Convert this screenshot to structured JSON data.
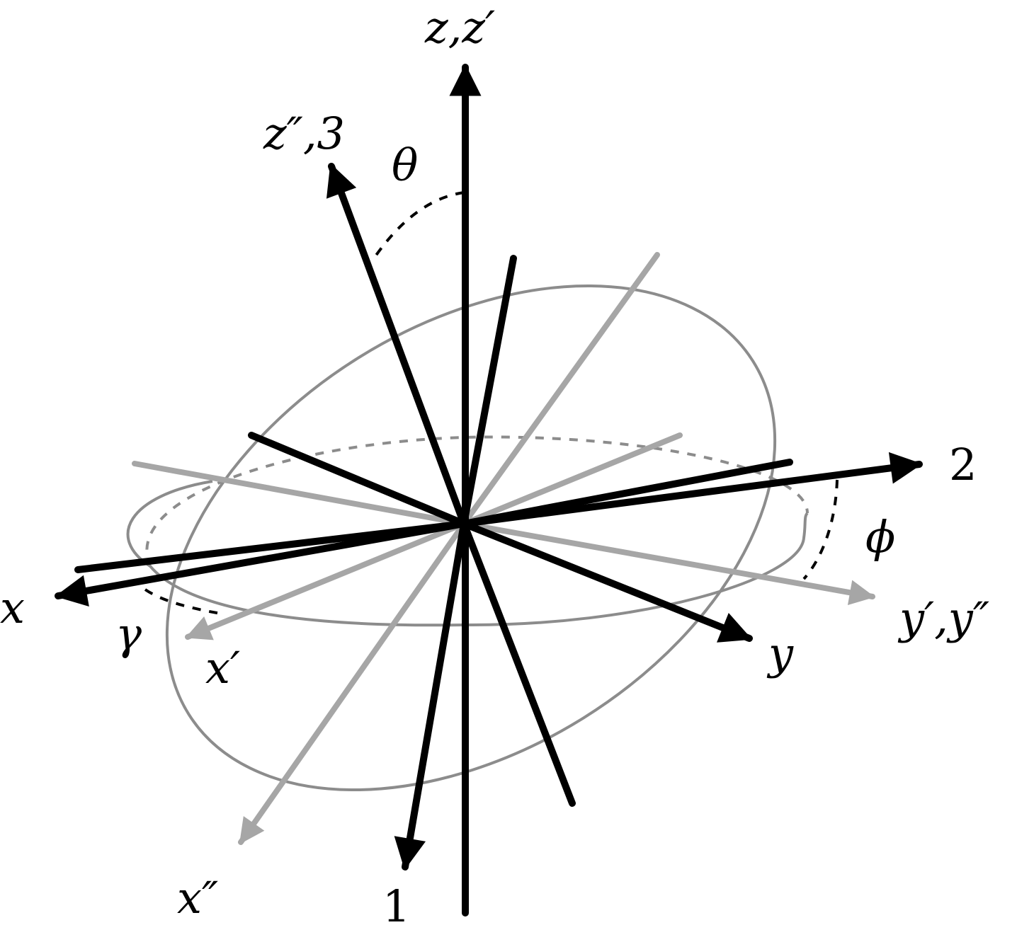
{
  "diagram": {
    "labels": {
      "z_zprime": "z,z′",
      "zdouble_3": "z″,3",
      "theta": "θ",
      "axis_2": "2",
      "phi": "ϕ",
      "x": "x",
      "gamma": "γ",
      "xprime": "x′",
      "y": "y",
      "yprime_ydouble": "y′,y″",
      "xdouble": "x″",
      "axis_1": "1"
    },
    "colors": {
      "black_axes": "#000000",
      "gray_axes": "#a6a6a6",
      "ellipse": "#8c8c8c",
      "background": "#ffffff"
    }
  }
}
